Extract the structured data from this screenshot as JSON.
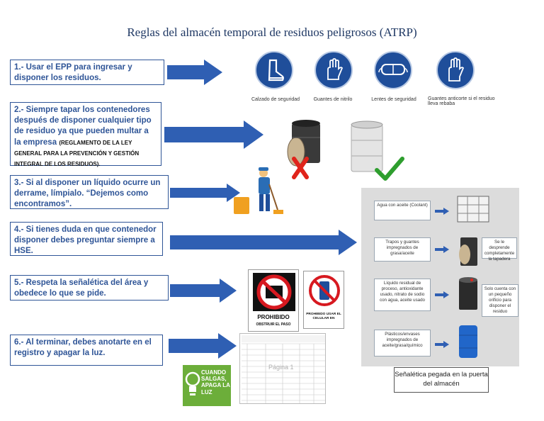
{
  "title": "Reglas del almacén temporal de residuos peligrosos (ATRP)",
  "rules": [
    {
      "text": "1.- Usar el EPP para ingresar y disponer los residuos."
    },
    {
      "text": "2.- Siempre tapar los contenedores después de disponer cualquier tipo de residuo ya que pueden multar a la empresa",
      "small": "(REGLAMENTO DE LA LEY GENERAL PARA LA PREVENCIÓN Y GESTIÓN INTEGRAL DE LOS RESIDUOS)."
    },
    {
      "text": "3.- Si al disponer un líquido ocurre un derrame, límpialo. “Dejemos como encontramos”."
    },
    {
      "text": "4.- Si tienes duda en que contenedor disponer debes preguntar siempre a HSE."
    },
    {
      "text": "5.- Respeta la señalética del área y obedece lo que se pide."
    },
    {
      "text": "6.- Al terminar, debes anotarte en el registro y apagar la luz."
    }
  ],
  "ppe": [
    {
      "label": "Calzado de seguridad",
      "icon": "boot-icon"
    },
    {
      "label": "Guantes de nitrilo",
      "icon": "nitrile-glove-icon"
    },
    {
      "label": "Lentes de seguridad",
      "icon": "goggles-icon"
    },
    {
      "label": "Guantes anticorte si el residuo lleva rebaba",
      "icon": "cut-glove-icon"
    }
  ],
  "sign_panel": {
    "items": [
      {
        "left": "Agua con aceite (Coolant)"
      },
      {
        "left": "Trapos y guantes impregnados de grasa/aceite",
        "right": "Se le desprende completamente la tapadera"
      },
      {
        "left": "Líquido residual de proceso, antioxidante usado, nitrato de sodio con agua, aceite usado",
        "right": "Solo cuenta con un pequeño orificio para disponer el residuo"
      },
      {
        "left": "Plásticos/envases impregnados de aceite/grasa/químico"
      }
    ]
  },
  "caption": "Señalética pegada en la puerta del almacén",
  "signs": {
    "no_block": {
      "title": "PROHIBIDO",
      "subtitle": "OBSTRUIR EL PASO"
    },
    "no_phone": {
      "text": "PROHIBIDO USAR EL CELULAR EN"
    }
  },
  "logbook": {
    "watermark": "Página 1"
  },
  "lightbulb": {
    "text": "CUANDO SALGAS, APAGA LA LUZ"
  },
  "colors": {
    "primary": "#2f5597",
    "arrow": "#2f5fb3",
    "icon_bg": "#1f4e9a",
    "check": "#2e9e2e",
    "cross": "#e0241b"
  }
}
